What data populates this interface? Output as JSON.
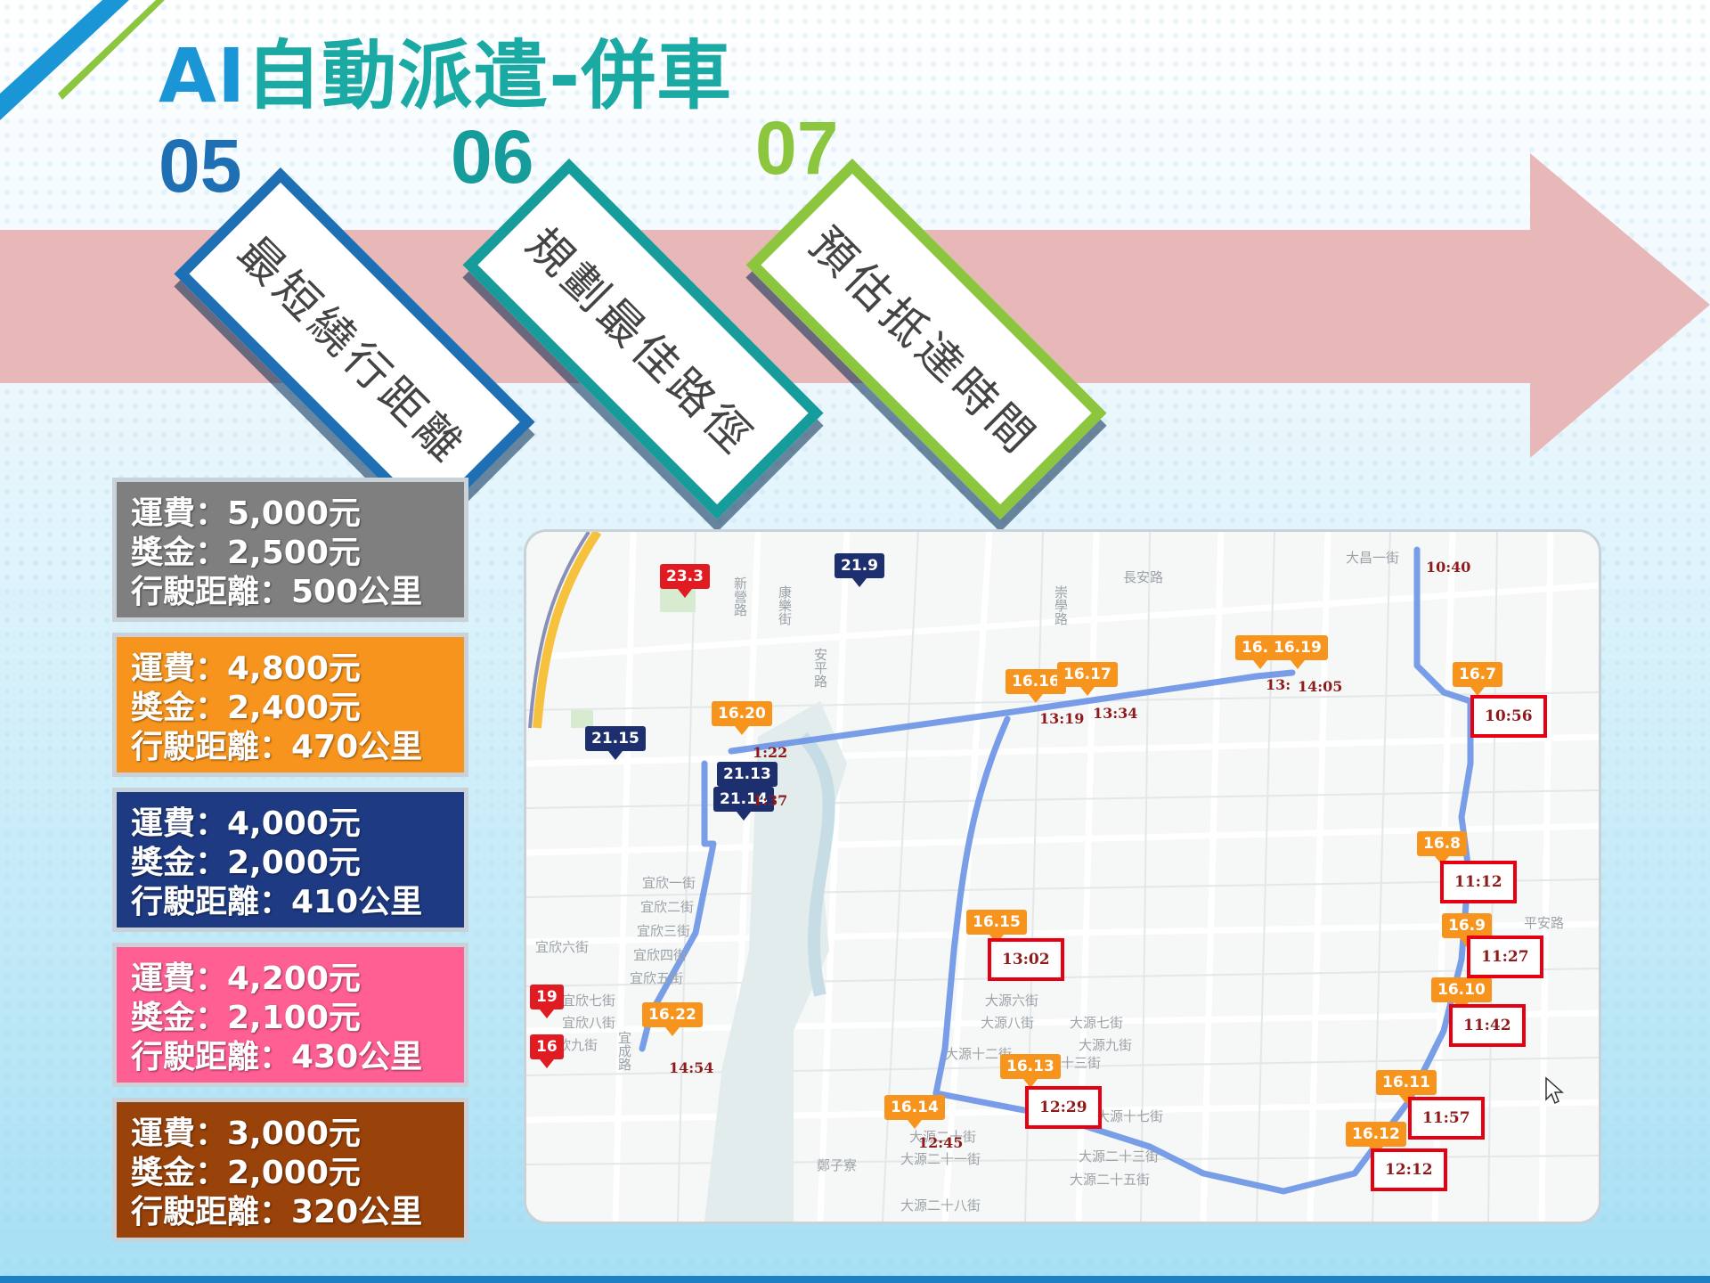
{
  "title": {
    "prefix": "AI",
    "main": "自動派遣-併車"
  },
  "steps": [
    {
      "num": "05",
      "label": "最短繞行距離",
      "color": "#1f6fb5"
    },
    {
      "num": "06",
      "label": "規劃最佳路徑",
      "color": "#169c9a"
    },
    {
      "num": "07",
      "label": "預估抵達時間",
      "color": "#8cc63f"
    }
  ],
  "colors": {
    "band": "#e8b7b7",
    "accent_blue": "#1a96d6",
    "accent_teal": "#1aa9a3",
    "time_box": "#e60012"
  },
  "drivers": [
    {
      "fare": "運費：5,000元",
      "bonus": "獎金：2,500元",
      "distance": "行駛距離：500公里",
      "color": "#7f7f7f"
    },
    {
      "fare": "運費：4,800元",
      "bonus": "獎金：2,400元",
      "distance": "行駛距離：470公里",
      "color": "#f7941d"
    },
    {
      "fare": "運費：4,000元",
      "bonus": "獎金：2,000元",
      "distance": "行駛距離：410公里",
      "color": "#1e3a83"
    },
    {
      "fare": "運費：4,200元",
      "bonus": "獎金：2,100元",
      "distance": "行駛距離：430公里",
      "color": "#ff5f93"
    },
    {
      "fare": "運費：3,000元",
      "bonus": "獎金：2,000元",
      "distance": "行駛距離：320公里",
      "color": "#99420a"
    }
  ],
  "map": {
    "markers": [
      {
        "label": "23.3",
        "style": "red"
      },
      {
        "label": "21.9",
        "style": "navy"
      },
      {
        "label": "21.15",
        "style": "navy"
      },
      {
        "label": "16.20",
        "style": "orange"
      },
      {
        "label": "21.13",
        "style": "navy"
      },
      {
        "label": "21.14",
        "style": "navy"
      },
      {
        "label": "16.16",
        "style": "orange"
      },
      {
        "label": "16.17",
        "style": "orange"
      },
      {
        "label": "16.1",
        "style": "orange"
      },
      {
        "label": "16.19",
        "style": "orange"
      },
      {
        "label": "16.7",
        "style": "orange"
      },
      {
        "label": "16.8",
        "style": "orange"
      },
      {
        "label": "16.9",
        "style": "orange"
      },
      {
        "label": "16.10",
        "style": "orange"
      },
      {
        "label": "16.11",
        "style": "orange"
      },
      {
        "label": "16.12",
        "style": "orange"
      },
      {
        "label": "16.15",
        "style": "orange"
      },
      {
        "label": "16.13",
        "style": "orange"
      },
      {
        "label": "16.14",
        "style": "orange"
      },
      {
        "label": "16.22",
        "style": "orange"
      },
      {
        "label": "19",
        "style": "red"
      },
      {
        "label": "16",
        "style": "red"
      }
    ],
    "time_labels": [
      "10:40",
      "13:19",
      "13:34",
      "13:",
      "14:05",
      "12:45",
      "14:54",
      "1:22",
      "1:37"
    ],
    "time_boxes": [
      "10:56",
      "11:12",
      "11:27",
      "11:42",
      "11:57",
      "12:12",
      "13:02",
      "12:29"
    ],
    "road_names": [
      "新營路",
      "康樂街",
      "安平路",
      "宜欣一街",
      "宜欣二街",
      "宜欣三街",
      "宜欣四街",
      "宜欣五街",
      "宜欣六街",
      "宜欣七街",
      "宜欣八街",
      "宜欣九街",
      "大源六街",
      "大源七街",
      "大源八街",
      "大源九街",
      "大源十二街",
      "大源十三街",
      "大源十七街",
      "大源二十街",
      "大源二十一街",
      "大源二十三街",
      "大源二十五街",
      "大源二十八街",
      "鄭子寮",
      "長安路",
      "崇學路",
      "大昌一街",
      "宜成路",
      "平安路"
    ]
  }
}
